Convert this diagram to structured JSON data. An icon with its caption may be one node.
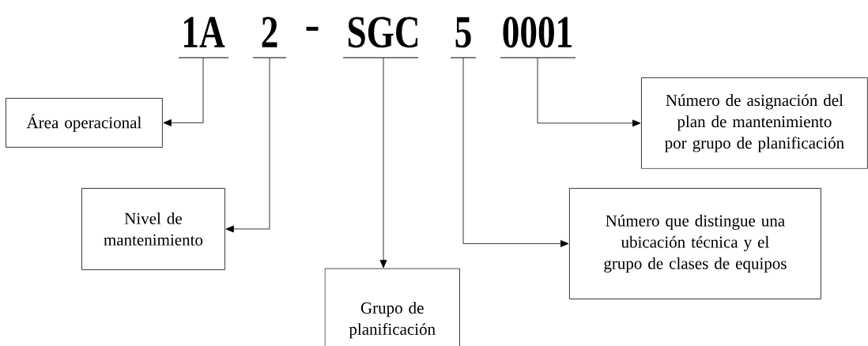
{
  "diagram": {
    "nodes": [
      {
        "text": [
          "1A"
        ]
      },
      {
        "text": [
          "2"
        ]
      },
      {
        "text": [
          "SGC"
        ]
      },
      {
        "text": [
          "5"
        ]
      },
      {
        "text": [
          "0001"
        ]
      },
      {
        "text": [
          "Área operacional"
        ]
      },
      {
        "text": [
          "Nivel de mantenimiento"
        ]
      },
      {
        "text": [
          "Grupo de planificación"
        ]
      },
      {
        "text": [
          "Número que distingue una ubicación técnica y el grupo de clases de equipos"
        ]
      },
      {
        "text": [
          "Número de asignación del plan de mantenimiento por grupo de planificación"
        ]
      }
    ],
    "edges": [
      {
        "from": 0,
        "to": 5,
        "arrow": "to"
      },
      {
        "from": 1,
        "to": 6,
        "arrow": "to"
      },
      {
        "from": 2,
        "to": 7,
        "arrow": "to"
      },
      {
        "from": 3,
        "to": 8,
        "arrow": "to"
      },
      {
        "from": 4,
        "to": 9,
        "arrow": "to"
      }
    ],
    "labels": [
      "-"
    ]
  }
}
